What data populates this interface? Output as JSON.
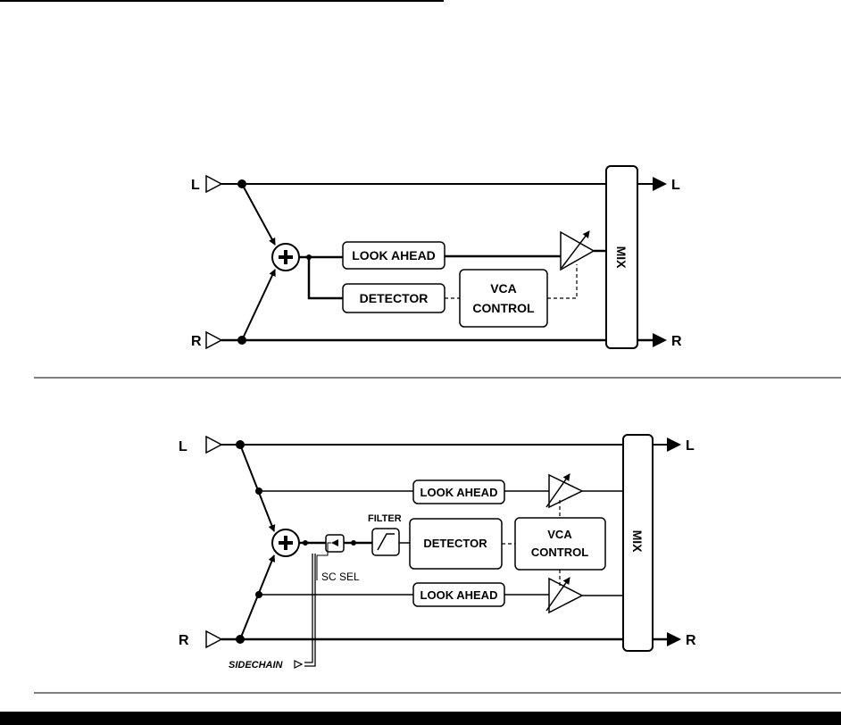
{
  "diagram1": {
    "inputs": [
      "L",
      "R"
    ],
    "outputs": [
      "L",
      "R"
    ],
    "blocks": {
      "look_ahead": "LOOK AHEAD",
      "detector": "DETECTOR",
      "vca_line1": "VCA",
      "vca_line2": "CONTROL",
      "mix": "MIX"
    }
  },
  "diagram2": {
    "inputs": [
      "L",
      "R"
    ],
    "outputs": [
      "L",
      "R"
    ],
    "blocks": {
      "look_ahead_top": "LOOK AHEAD",
      "look_ahead_bottom": "LOOK AHEAD",
      "filter": "FILTER",
      "detector": "DETECTOR",
      "vca_line1": "VCA",
      "vca_line2": "CONTROL",
      "sc_sel": "SC SEL",
      "sidechain": "SIDECHAIN",
      "mix": "MIX"
    }
  }
}
